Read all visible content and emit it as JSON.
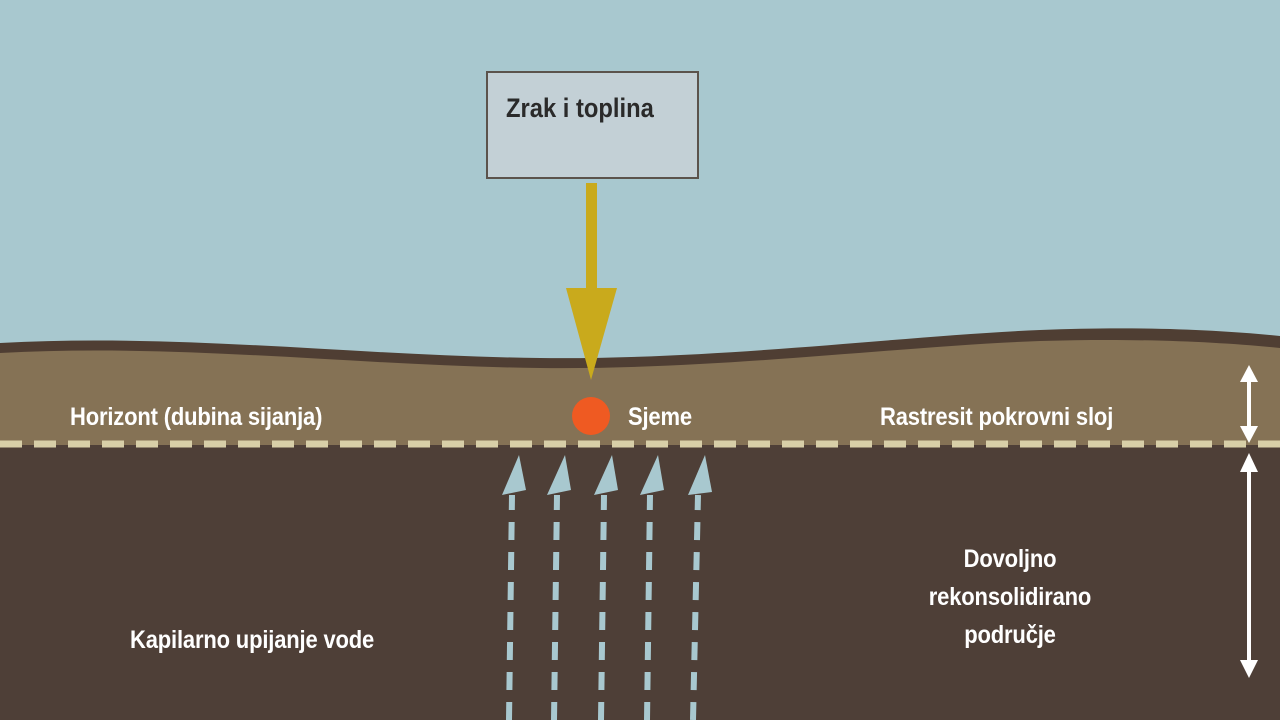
{
  "box": {
    "label": "Zrak i toplina"
  },
  "labels": {
    "horizon": "Horizont (dubina sijanja)",
    "seed": "Sjeme",
    "loose_cover": "Rastresit pokrovni sloj",
    "capillary": "Kapilarno upijanje vode",
    "reconsolidated": "Dovoljno rekonsolidirano područje"
  },
  "colors": {
    "sky": "#a8c8cf",
    "topsoil": "#857255",
    "topsoil_edge": "#4f3e33",
    "subsoil": "#4e3f37",
    "horizon_dash": "#d8cfa8",
    "heat_arrow": "#c9aa1c",
    "seed": "#ef5a22",
    "water_arrow": "#a8c8cf",
    "white": "#ffffff"
  }
}
